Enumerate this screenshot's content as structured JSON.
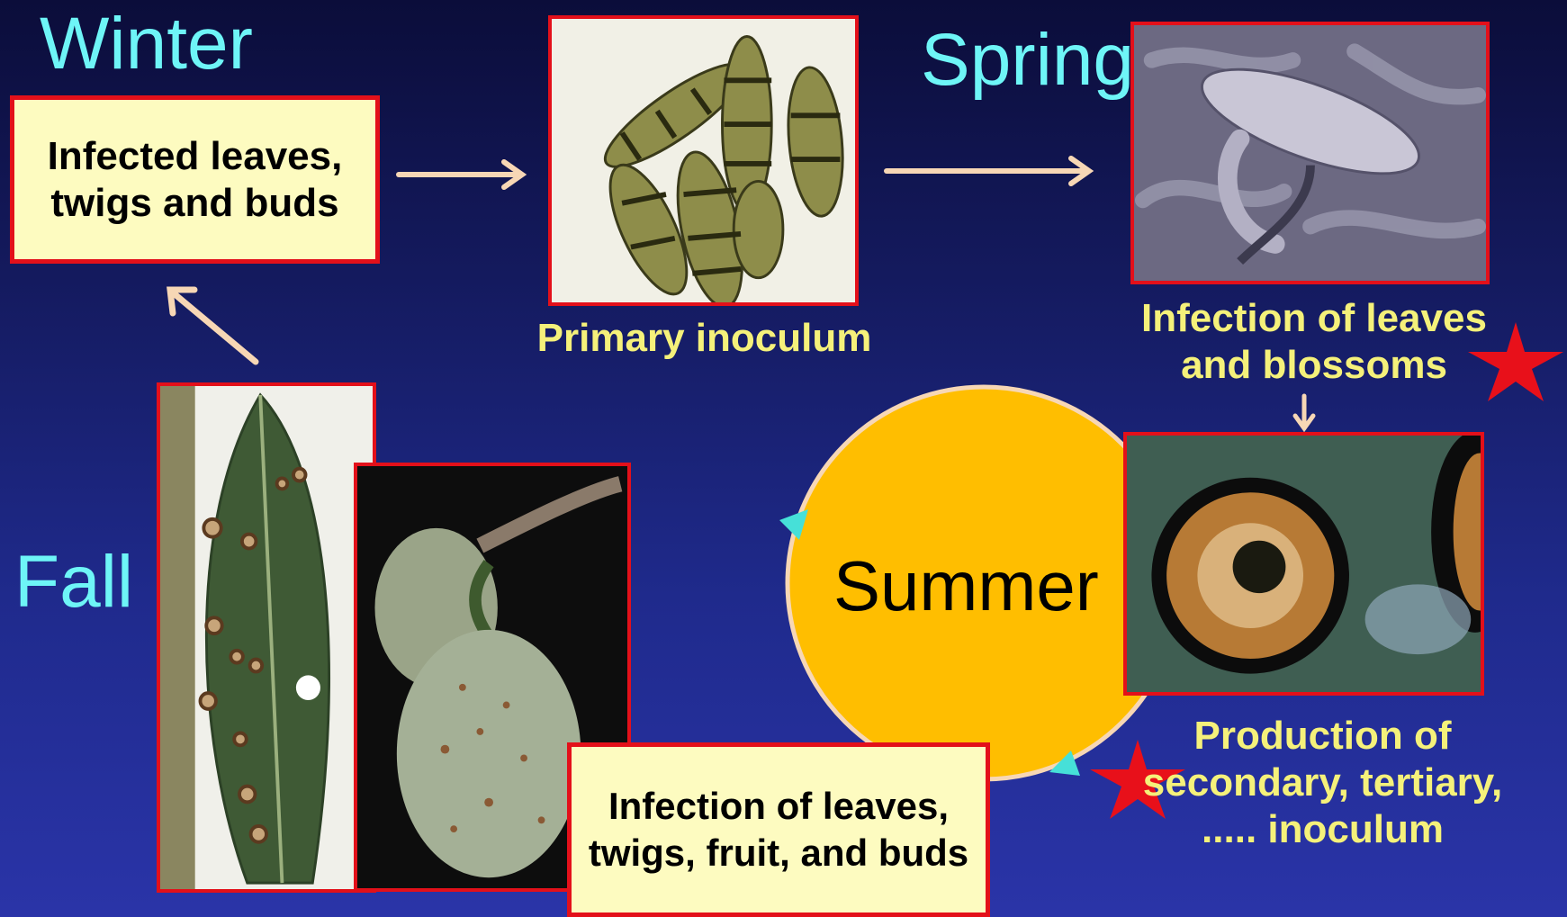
{
  "seasons": {
    "winter": "Winter",
    "spring": "Spring",
    "summer": "Summer",
    "fall": "Fall"
  },
  "boxes": {
    "winter_box": "Infected leaves, twigs and buds",
    "fall_box": "Infection of leaves, twigs, fruit, and buds"
  },
  "captions": {
    "primary": "Primary inoculum",
    "spring_infection": "Infection of leaves and blossoms",
    "production": "Production of secondary, tertiary, ..... inoculum"
  },
  "colors": {
    "season_text": "#6ef5f7",
    "caption_text": "#f5f17a",
    "box_fill": "#fdfbc0",
    "box_border": "#e3101a",
    "summer_circle": "#ffbe00",
    "arrow": "#f7d7b5",
    "cycle_arrowhead": "#46e0d8",
    "star": "#e8101a"
  }
}
